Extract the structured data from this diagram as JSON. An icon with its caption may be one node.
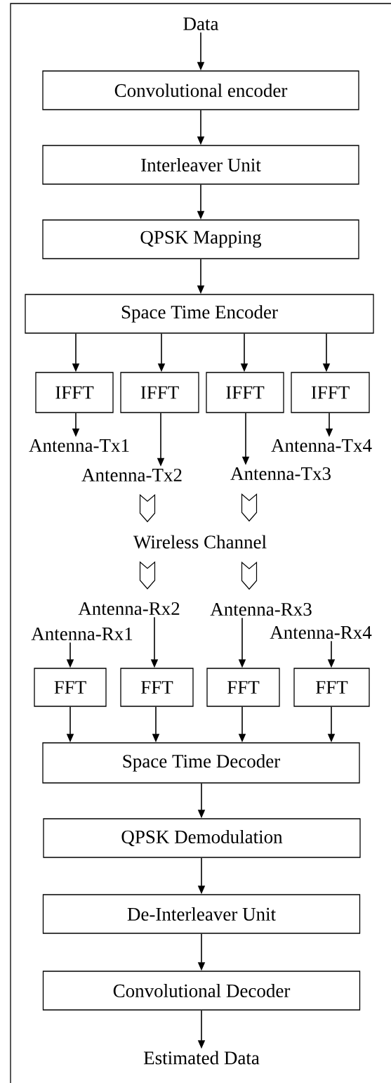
{
  "diagram": {
    "nodes": [
      {
        "text": [
          "Data"
        ]
      },
      {
        "text": [
          "Convolutional encoder"
        ]
      },
      {
        "text": [
          "Interleaver Unit"
        ]
      },
      {
        "text": [
          "QPSK Mapping"
        ]
      },
      {
        "text": [
          "Space Time Encoder"
        ]
      },
      {
        "text": [
          "IFFT"
        ]
      },
      {
        "text": [
          "IFFT"
        ]
      },
      {
        "text": [
          "IFFT"
        ]
      },
      {
        "text": [
          "IFFT"
        ]
      },
      {
        "text": [
          "Antenna-Tx1"
        ]
      },
      {
        "text": [
          "Antenna-Tx2"
        ]
      },
      {
        "text": [
          "Antenna-Tx3"
        ]
      },
      {
        "text": [
          "Antenna-Tx4"
        ]
      },
      {
        "text": [
          "Wireless Channel"
        ]
      },
      {
        "text": [
          "Antenna-Rx1"
        ]
      },
      {
        "text": [
          "Antenna-Rx2"
        ]
      },
      {
        "text": [
          "Antenna-Rx3"
        ]
      },
      {
        "text": [
          "Antenna-Rx4"
        ]
      },
      {
        "text": [
          "FFT"
        ]
      },
      {
        "text": [
          "FFT"
        ]
      },
      {
        "text": [
          "FFT"
        ]
      },
      {
        "text": [
          "FFT"
        ]
      },
      {
        "text": [
          "Space Time Decoder"
        ]
      },
      {
        "text": [
          "QPSK Demodulation"
        ]
      },
      {
        "text": [
          "De-Interleaver Unit"
        ]
      },
      {
        "text": [
          "Convolutional Decoder"
        ]
      },
      {
        "text": [
          "Estimated Data"
        ]
      }
    ],
    "edges": [
      {
        "from": 0,
        "to": 1,
        "arrow": "to"
      },
      {
        "from": 1,
        "to": 2,
        "arrow": "to"
      },
      {
        "from": 2,
        "to": 3,
        "arrow": "to"
      },
      {
        "from": 3,
        "to": 4,
        "arrow": "to"
      },
      {
        "from": 4,
        "to": 5,
        "arrow": "to"
      },
      {
        "from": 4,
        "to": 6,
        "arrow": "to"
      },
      {
        "from": 4,
        "to": 7,
        "arrow": "to"
      },
      {
        "from": 4,
        "to": 8,
        "arrow": "to"
      },
      {
        "from": 5,
        "to": 9,
        "arrow": "to"
      },
      {
        "from": 6,
        "to": 10,
        "arrow": "to"
      },
      {
        "from": 7,
        "to": 11,
        "arrow": "to"
      },
      {
        "from": 8,
        "to": 12,
        "arrow": "to"
      },
      {
        "from": 10,
        "to": 13,
        "arrow": "to"
      },
      {
        "from": 11,
        "to": 13,
        "arrow": "to"
      },
      {
        "from": 13,
        "to": 15,
        "arrow": "to"
      },
      {
        "from": 13,
        "to": 16,
        "arrow": "to"
      },
      {
        "from": 14,
        "to": 18,
        "arrow": "to"
      },
      {
        "from": 15,
        "to": 19,
        "arrow": "to"
      },
      {
        "from": 16,
        "to": 20,
        "arrow": "to"
      },
      {
        "from": 17,
        "to": 21,
        "arrow": "to"
      },
      {
        "from": 18,
        "to": 22,
        "arrow": "to"
      },
      {
        "from": 19,
        "to": 22,
        "arrow": "to"
      },
      {
        "from": 20,
        "to": 22,
        "arrow": "to"
      },
      {
        "from": 21,
        "to": 22,
        "arrow": "to"
      },
      {
        "from": 22,
        "to": 23,
        "arrow": "to"
      },
      {
        "from": 23,
        "to": 24,
        "arrow": "to"
      },
      {
        "from": 24,
        "to": 25,
        "arrow": "to"
      },
      {
        "from": 25,
        "to": 26,
        "arrow": "to"
      }
    ]
  }
}
